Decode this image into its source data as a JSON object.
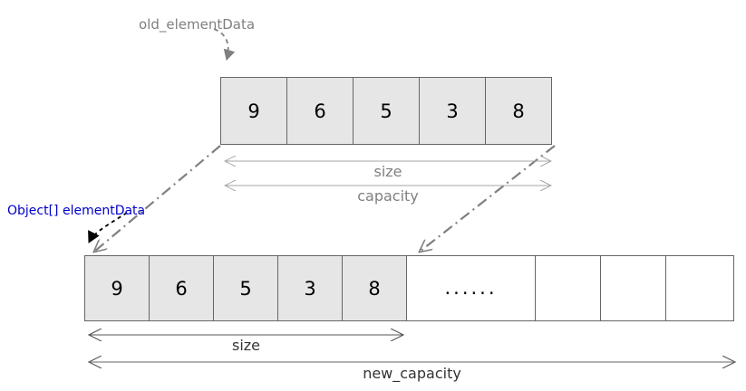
{
  "diagram": {
    "title": "ArrayList grow (elementData resize) diagram",
    "background_color": "#ffffff",
    "colors": {
      "cell_fill": "#e6e6e6",
      "cell_empty_fill": "#ffffff",
      "cell_border": "#666666",
      "gray_annotation": "#808080",
      "blue_label": "#0000cc",
      "dark_text": "#333333",
      "dashdot_line": "#808080"
    }
  },
  "labels": {
    "old_element_data": "old_elementData",
    "object_element_data": "Object[] elementData",
    "size_top": "size",
    "capacity_top": "capacity",
    "size_bottom": "size",
    "new_capacity": "new_capacity",
    "ellipsis": "......"
  },
  "old_array": {
    "name": "old_elementData",
    "cell_count": 5,
    "cells": [
      {
        "value": "9",
        "filled": true
      },
      {
        "value": "6",
        "filled": true
      },
      {
        "value": "5",
        "filled": true
      },
      {
        "value": "3",
        "filled": true
      },
      {
        "value": "8",
        "filled": true
      }
    ],
    "size": 5,
    "capacity": 5
  },
  "new_array": {
    "name": "elementData",
    "cell_count": 9,
    "cells": [
      {
        "value": "9",
        "filled": true,
        "width": 72
      },
      {
        "value": "6",
        "filled": true,
        "width": 72
      },
      {
        "value": "5",
        "filled": true,
        "width": 72
      },
      {
        "value": "3",
        "filled": true,
        "width": 72
      },
      {
        "value": "8",
        "filled": true,
        "width": 72
      },
      {
        "value": "......",
        "filled": false,
        "width": 142
      },
      {
        "value": "",
        "filled": false,
        "width": 73
      },
      {
        "value": "",
        "filled": false,
        "width": 73
      },
      {
        "value": "",
        "filled": false,
        "width": 75
      }
    ],
    "size": 5,
    "new_capacity": 9
  },
  "connectors": [
    {
      "name": "old-elementdata-pointer",
      "style": "dashed",
      "color": "#808080",
      "from": "old_elementData label",
      "to": "old array top-left corner"
    },
    {
      "name": "object-elementdata-pointer",
      "style": "dashed",
      "color": "#000000",
      "from": "Object[] elementData label",
      "to": "new array top-left corner"
    },
    {
      "name": "copy-start-connector",
      "style": "dash-dot",
      "color": "#808080",
      "from": "old array bottom-left corner",
      "to": "new array top-left corner"
    },
    {
      "name": "copy-end-connector",
      "style": "dash-dot",
      "color": "#808080",
      "from": "old array bottom-right corner",
      "to": "new array index-5 boundary"
    }
  ]
}
